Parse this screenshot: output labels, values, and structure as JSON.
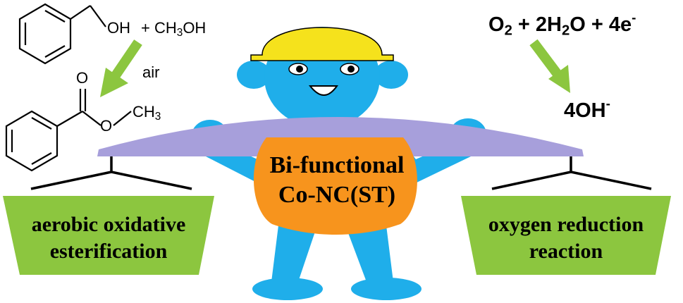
{
  "colors": {
    "figure": "#1faeea",
    "helmet": "#f5e21c",
    "belly": "#f7941d",
    "beam": "#a79fdb",
    "pan": "#8cc63f",
    "arrow": "#8cc63f",
    "line": "#000000"
  },
  "reaction_left": {
    "oh_label": "OH",
    "reagent": "+ CH3OH",
    "reagent_parts": {
      "plus": "+ CH",
      "sub": "3",
      "tail": "OH"
    },
    "condition": "air",
    "ester_oxygen_double": "O",
    "ester_oxygen_single": "O",
    "methyl": "CH3",
    "methyl_parts": {
      "main": "CH",
      "sub": "3"
    }
  },
  "reaction_right": {
    "reactants": "O2 + 2H2O + 4e-",
    "reactant_parts": {
      "o": "O",
      "o_sub": "2",
      "mid": " + 2H",
      "h_sub": "2",
      "tail": "O + 4e",
      "sup": "-"
    },
    "product": "4OH-",
    "product_parts": {
      "main": "4OH",
      "sup": "-"
    }
  },
  "catalyst": {
    "line1": "Bi-functional",
    "line2": "Co-NC(ST)"
  },
  "left_pan": {
    "line1": "aerobic oxidative",
    "line2": "esterification"
  },
  "right_pan": {
    "line1": "oxygen reduction",
    "line2": "reaction"
  },
  "icons": {
    "benzyl_alcohol": "benzyl-alcohol-structure",
    "methyl_benzoate": "methyl-benzoate-structure",
    "figure": "catalyst-character"
  }
}
